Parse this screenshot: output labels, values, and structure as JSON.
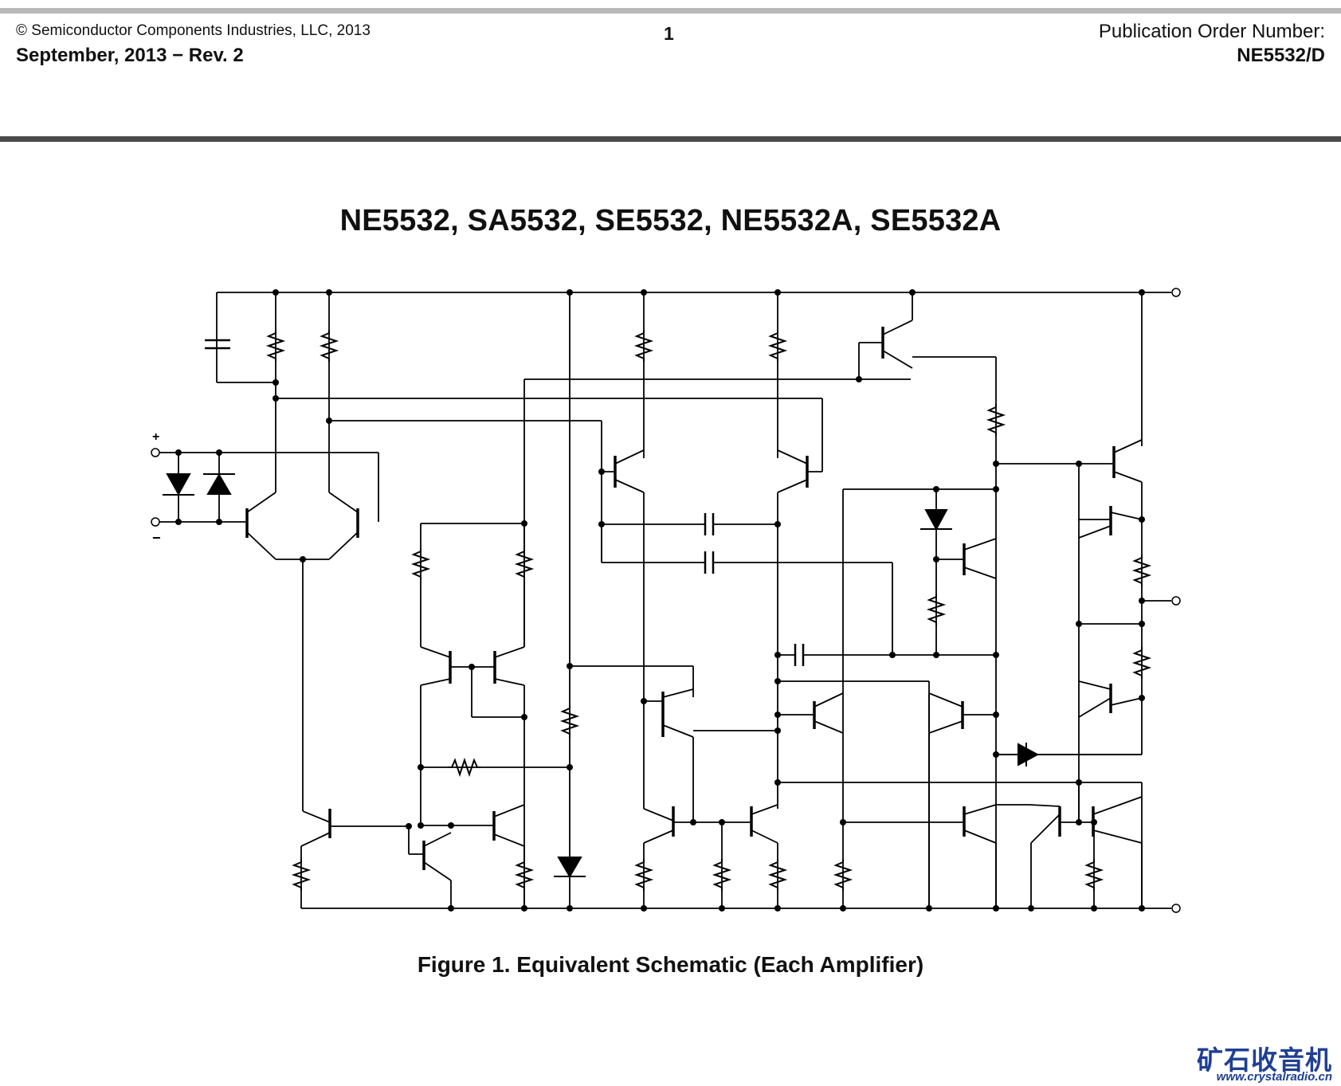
{
  "header": {
    "copyright": "©  Semiconductor Components Industries, LLC, 2013",
    "date_rev": "September, 2013 − Rev. 2",
    "page_number": "1",
    "pub_order_label": "Publication Order Number:",
    "pub_order_number": "NE5532/D"
  },
  "title": "NE5532, SA5532, SE5532, NE5532A, SE5532A",
  "figure": {
    "caption": "Figure 1. Equivalent Schematic (Each Amplifier)",
    "plus_label": "+",
    "minus_label": "−"
  },
  "watermark": {
    "brand": "矿石收音机",
    "url": "www.crystalradio.cn",
    "color": "#1f3f93"
  }
}
